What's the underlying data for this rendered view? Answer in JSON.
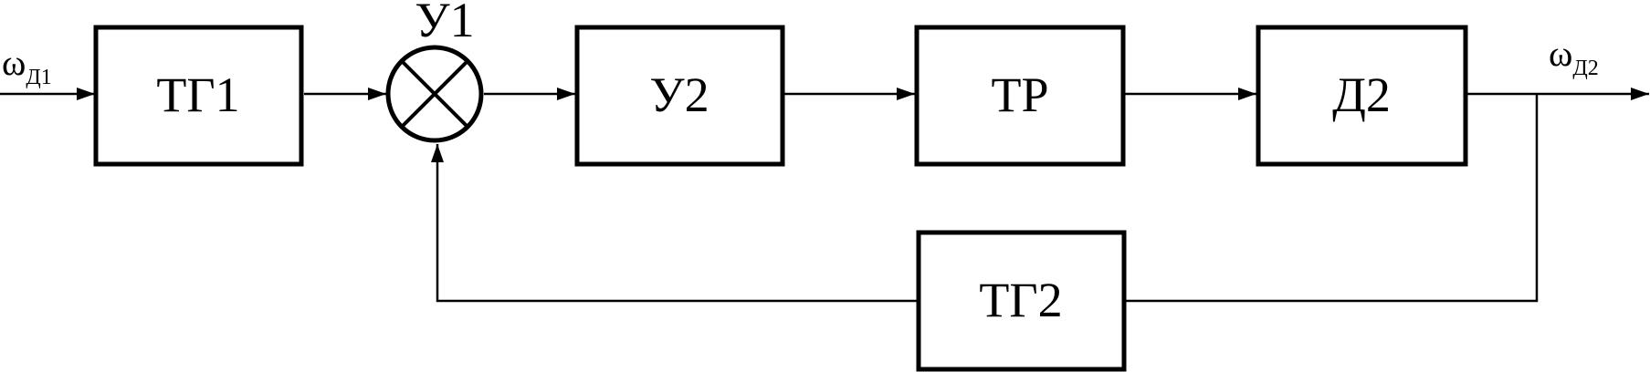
{
  "blocks": {
    "tg1": "ТГ1",
    "u2": "У2",
    "tr": "ТР",
    "d2": "Д2",
    "tg2": "ТГ2"
  },
  "summing_junction": {
    "label": "У1"
  },
  "signals": {
    "input": {
      "symbol": "ω",
      "subscript": "Д1"
    },
    "output": {
      "symbol": "ω",
      "subscript": "Д2"
    }
  }
}
